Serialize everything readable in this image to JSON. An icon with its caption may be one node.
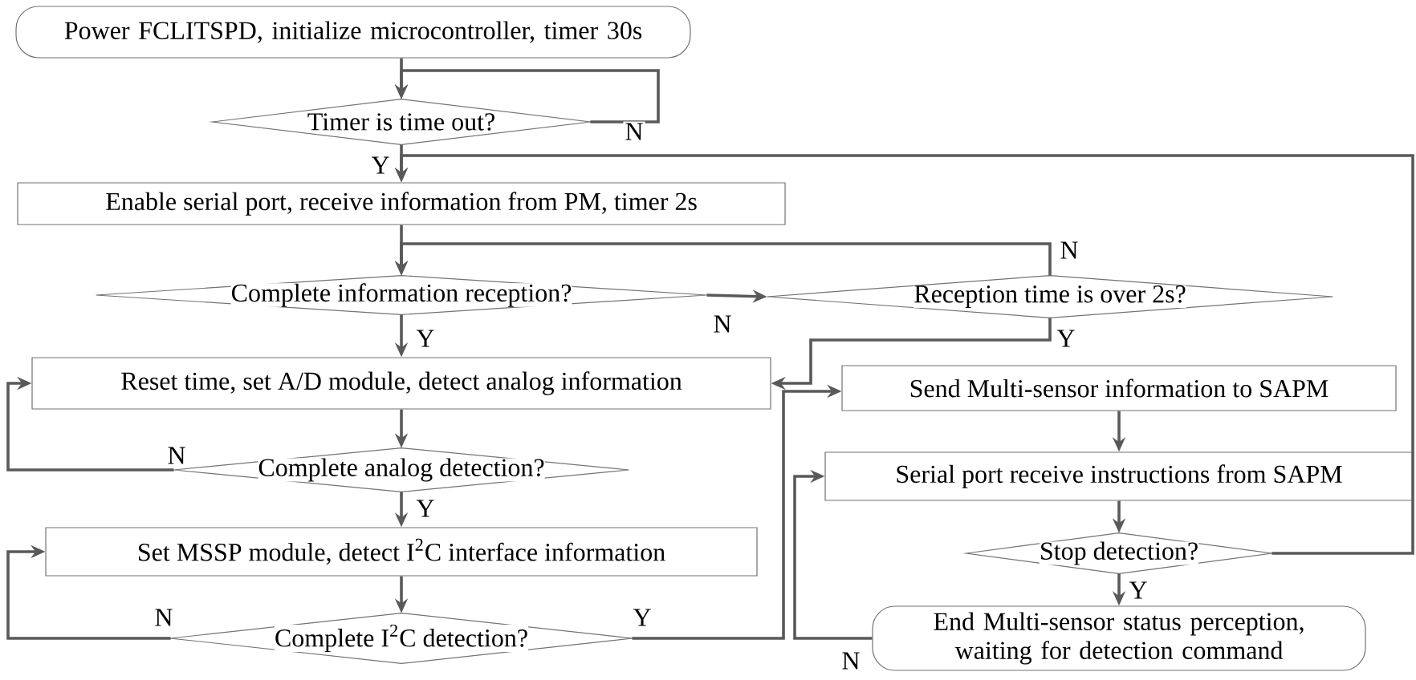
{
  "diagram": {
    "nodes": [
      {
        "text": [
          "Power FCLITSPD, initialize microcontroller, timer 30s"
        ]
      },
      {
        "text": [
          "Timer is time out?"
        ]
      },
      {
        "text": [
          "Enable serial port, receive information from PM, timer 2s"
        ]
      },
      {
        "text": [
          "Complete information reception?"
        ]
      },
      {
        "text": [
          "Reception time is over 2s?"
        ]
      },
      {
        "text": [
          "Reset time, set A/D module, detect analog information"
        ]
      },
      {
        "text": [
          "Complete analog detection?"
        ]
      },
      {
        "text": [
          "Set MSSP module, detect I$^{2}$C interface information"
        ]
      },
      {
        "text": [
          "Complete I$^{2}$C detection?"
        ]
      },
      {
        "text": [
          "Send Multi-sensor information to SAPM"
        ]
      },
      {
        "text": [
          "Serial port receive instructions from SAPM"
        ]
      },
      {
        "text": [
          "Stop detection?"
        ]
      },
      {
        "text": [
          "End Multi-sensor status perception, waiting for detection command"
        ]
      }
    ],
    "edges": [
      {
        "from": 0,
        "to": 1,
        "arrow": "to"
      },
      {
        "from": 1,
        "to": 1,
        "arrow": "to",
        "label": "N"
      },
      {
        "from": 1,
        "to": 2,
        "arrow": "to",
        "label": "Y"
      },
      {
        "from": 11,
        "to": 2,
        "arrow": "to"
      },
      {
        "from": 2,
        "to": 3,
        "arrow": "to"
      },
      {
        "from": 4,
        "to": 3,
        "arrow": "to",
        "label": "N"
      },
      {
        "from": 3,
        "to": 4,
        "arrow": "to",
        "label": "N"
      },
      {
        "from": 3,
        "to": 5,
        "arrow": "to",
        "label": "Y"
      },
      {
        "from": 4,
        "to": 5,
        "arrow": "to",
        "label": "Y"
      },
      {
        "from": 5,
        "to": 6,
        "arrow": "to"
      },
      {
        "from": 6,
        "to": 5,
        "arrow": "to",
        "label": "N"
      },
      {
        "from": 6,
        "to": 7,
        "arrow": "to",
        "label": "Y"
      },
      {
        "from": 7,
        "to": 8,
        "arrow": "to"
      },
      {
        "from": 8,
        "to": 7,
        "arrow": "to",
        "label": "N"
      },
      {
        "from": 8,
        "to": 9,
        "arrow": "to",
        "label": "Y"
      },
      {
        "from": 9,
        "to": 10,
        "arrow": "to"
      },
      {
        "from": 10,
        "to": 11,
        "arrow": "to"
      },
      {
        "from": 11,
        "to": 12,
        "arrow": "to",
        "label": "Y"
      },
      {
        "from": 12,
        "to": 10,
        "arrow": "to",
        "label": "N"
      }
    ]
  }
}
